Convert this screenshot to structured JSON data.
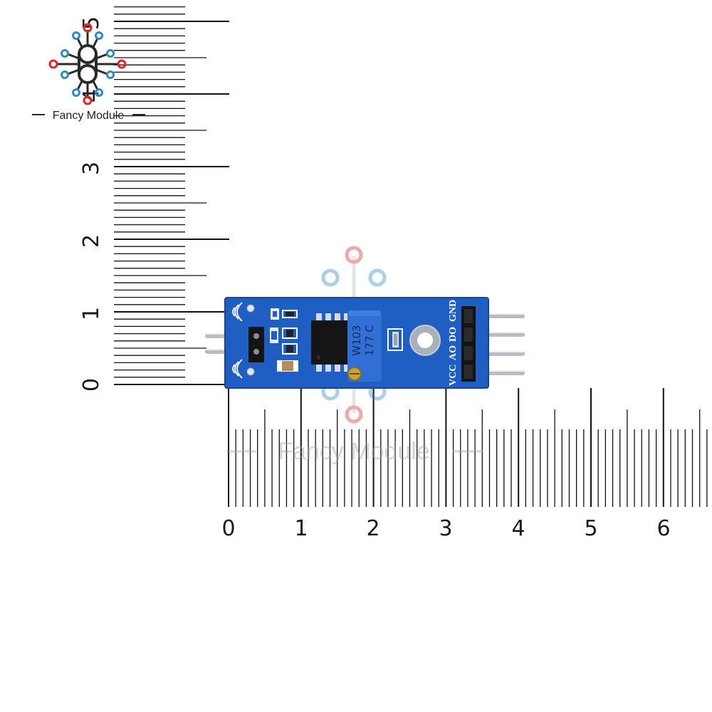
{
  "brand": {
    "name": "Fancy Module",
    "watermark": "Fancy Module",
    "colors": {
      "red": "#e0262b",
      "blue": "#2b8cc8",
      "dark": "#2a2a2a"
    }
  },
  "ruler_vertical": {
    "unit_labels": [
      "0",
      "1",
      "2",
      "3",
      "4",
      "5"
    ]
  },
  "ruler_horizontal": {
    "unit_labels": [
      "0",
      "1",
      "2",
      "3",
      "4",
      "5",
      "6"
    ]
  },
  "module": {
    "pcb_color": "#1f5fc4",
    "pins": [
      "GND",
      "DO",
      "AO",
      "VCC"
    ],
    "potentiometer": {
      "marking_1": "W103",
      "marking_2": "177 C",
      "color": "#2f6fd6"
    },
    "icons": [
      "ic-chip-icon",
      "potentiometer-icon",
      "mounting-hole-icon",
      "led-icon",
      "header-pins-icon",
      "sensor-probe-pins-icon"
    ]
  }
}
